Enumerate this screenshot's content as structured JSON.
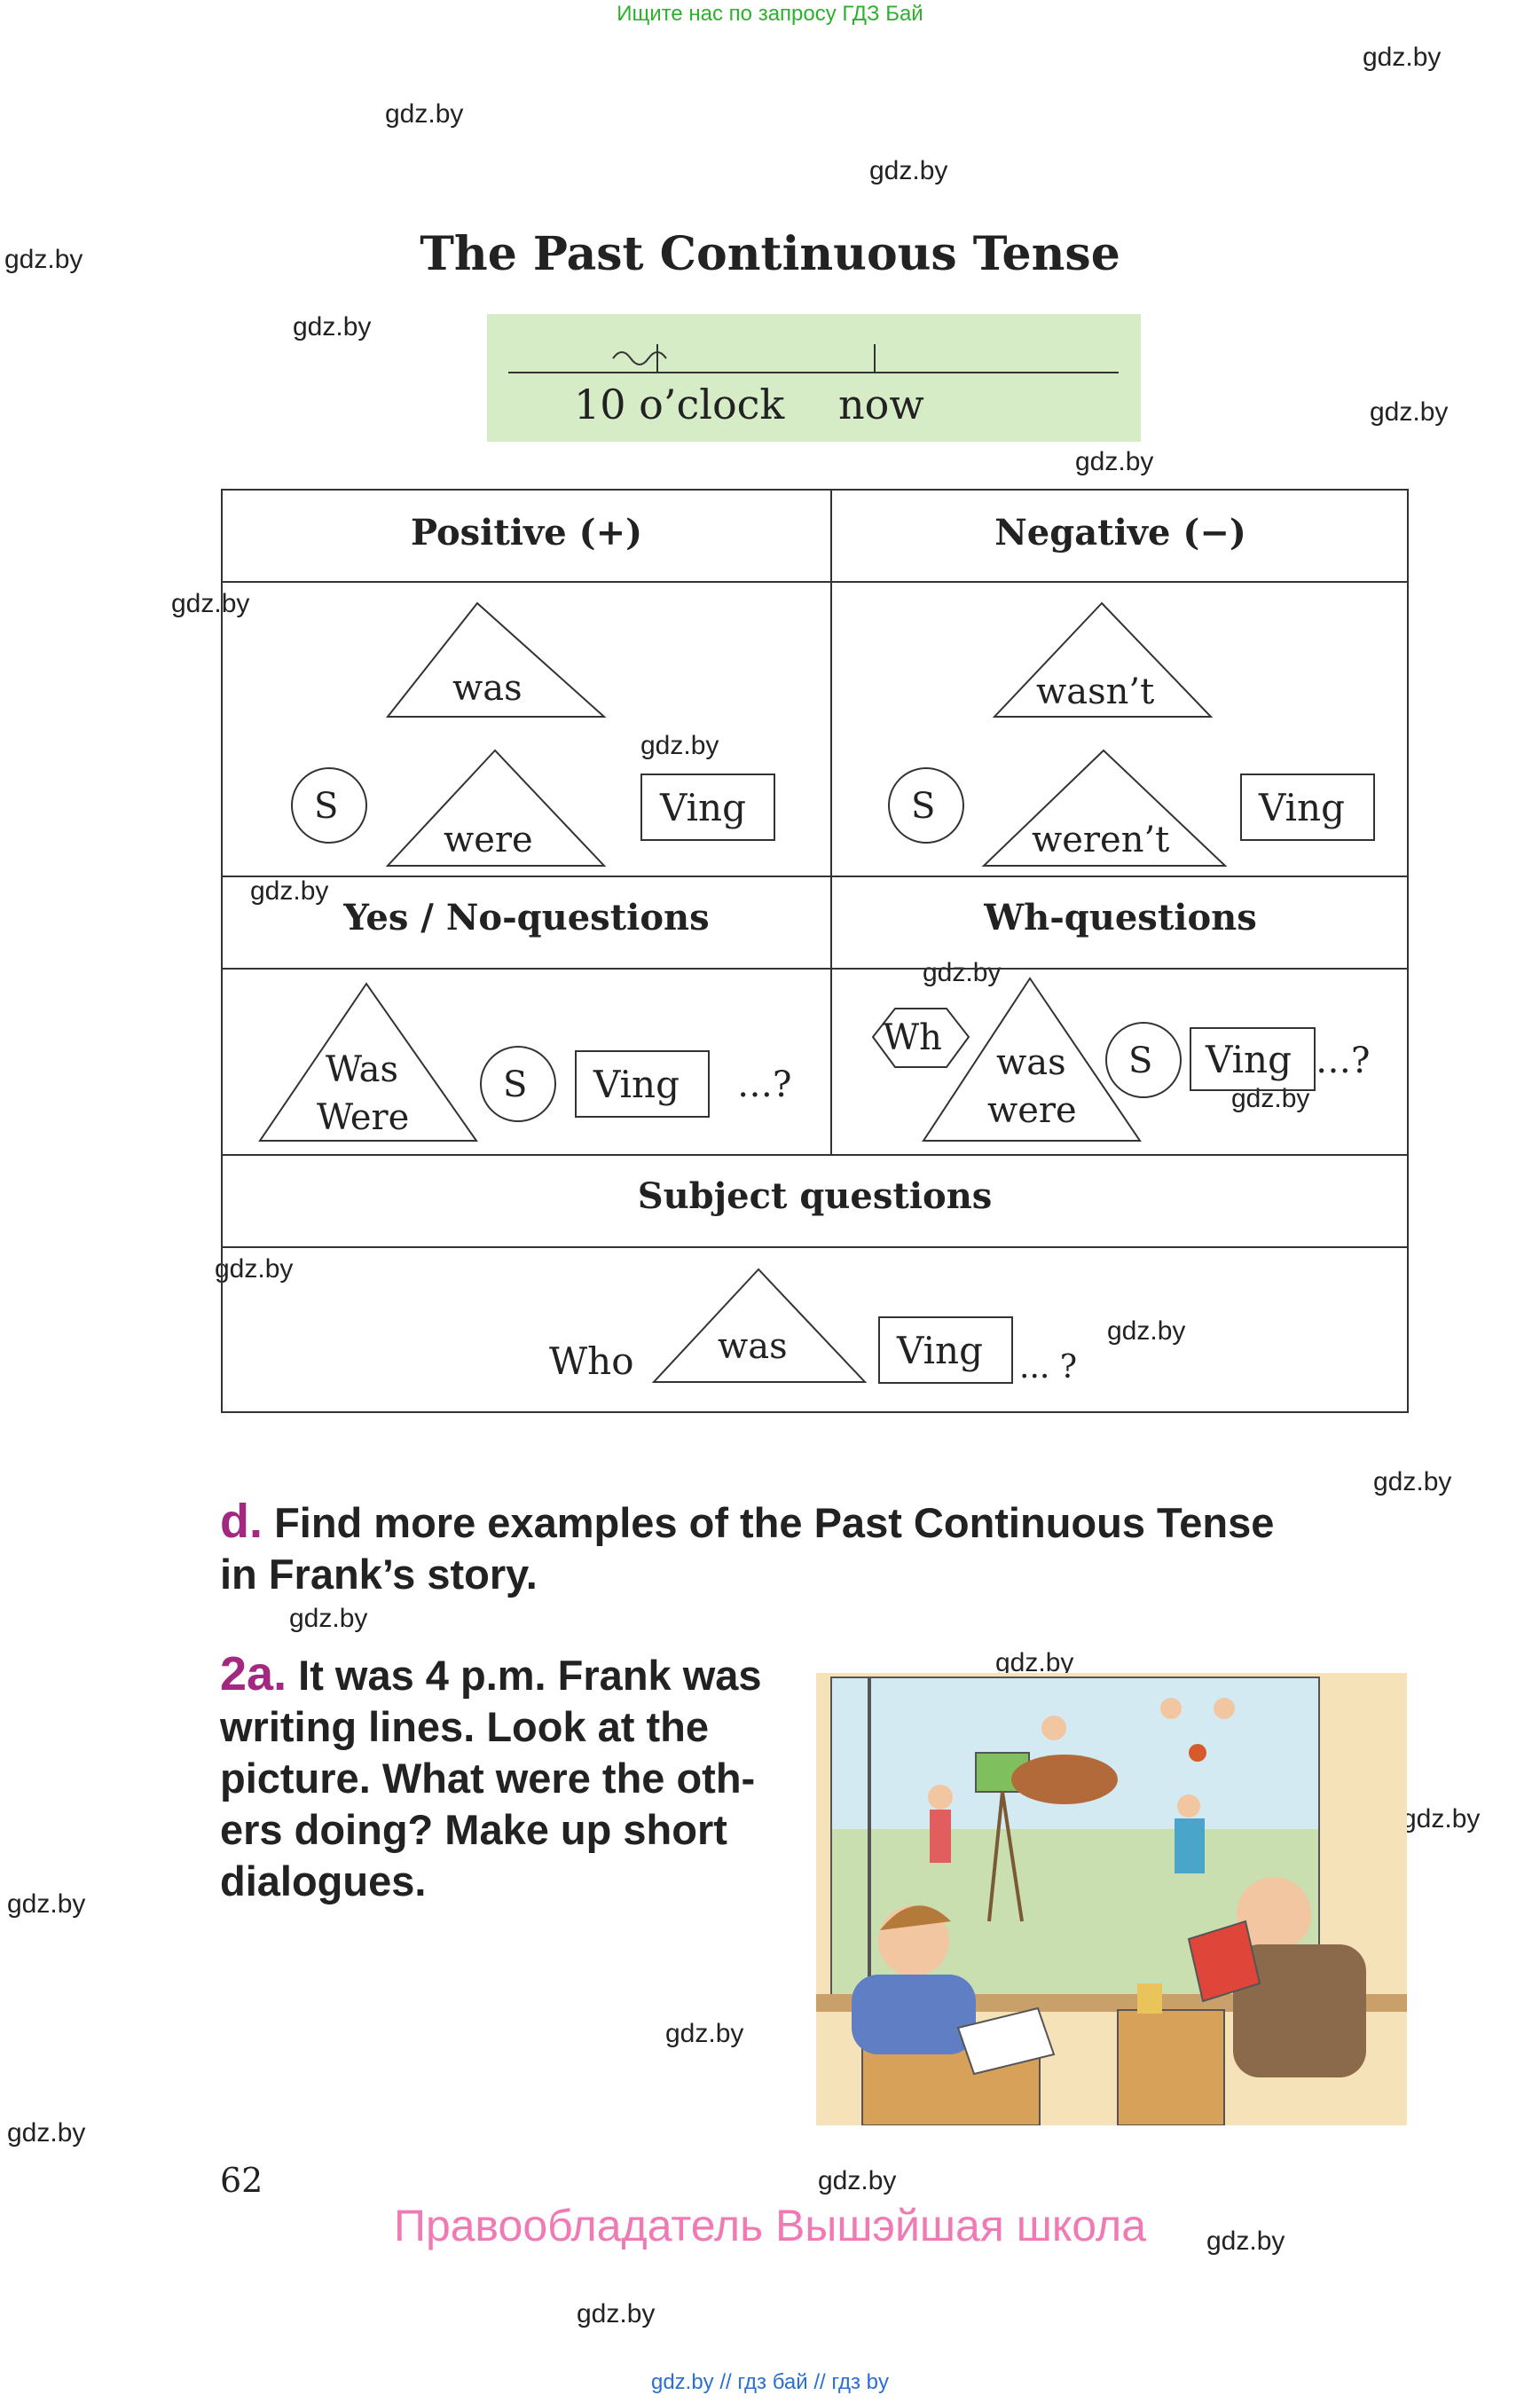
{
  "banner": "Ищите нас по запросу ГДЗ Бай",
  "watermark": "gdz.by",
  "title": "The Past Continuous Tense",
  "timeline": {
    "time_label": "10 o’clock",
    "now_label": "now"
  },
  "table": {
    "positive_header": "Positive (+)",
    "negative_header": "Negative (−)",
    "yesno_header": "Yes / No-questions",
    "wh_header": "Wh-questions",
    "subject_header": "Subject questions",
    "pos_was": "was",
    "pos_were": "were",
    "neg_wasnt": "wasn’t",
    "neg_werent": "weren’t",
    "subject_s": "S",
    "ving": "Ving",
    "q_was": "Was",
    "q_were": "Were",
    "q_mark": "…?",
    "wh": "Wh",
    "wh_was": "was",
    "wh_were": "were",
    "who": "Who",
    "subj_was": "was",
    "subj_qmark": "... ?"
  },
  "task_d": {
    "label": "d.",
    "line1": "Find more examples of the Past Continuous Tense",
    "line2": "in Frank’s story."
  },
  "task_2a": {
    "label": "2a.",
    "line1": "It was 4 p.m. Frank was",
    "line2": "writing lines. Look at the",
    "line3": "picture. What were the oth-",
    "line4": "ers doing? Make up short",
    "line5": "dialogues."
  },
  "page_number": "62",
  "copyright": "Правообладатель Вышэйшая школа",
  "footer": "gdz.by  //  гдз бай  //  гдз by",
  "colors": {
    "timeline_bg": "#d6ecc7",
    "task_label": "#a3287f",
    "copyright": "#f07ab4",
    "banner": "#2db12d"
  }
}
